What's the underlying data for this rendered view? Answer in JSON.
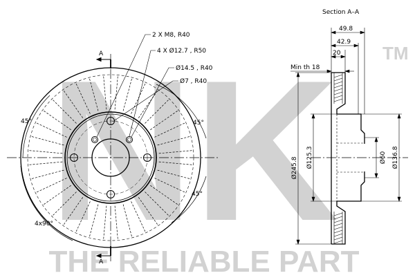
{
  "watermark": {
    "logo_letters": "NK",
    "trademark": "TM",
    "tagline": "THE RELIABLE PART",
    "color": "#d2d2d2"
  },
  "section_title": "Section A–A",
  "front_view": {
    "callouts": [
      "2 X M8, R40",
      "4 X Ø12.7 , R50",
      "Ø14.5 , R40",
      "Ø7 , R40"
    ],
    "section_mark": "A",
    "angle_labels": [
      "45°",
      "45°",
      "45°"
    ],
    "repeat_angle": "4x90°"
  },
  "section_view": {
    "dims_top": [
      "49.8",
      "42.9",
      "20"
    ],
    "min_thickness": "Min th 18",
    "diameters": [
      "Ø245.8",
      "Ø125.3",
      "Ø60",
      "Ø136.8"
    ]
  },
  "colors": {
    "line": "#000000"
  }
}
